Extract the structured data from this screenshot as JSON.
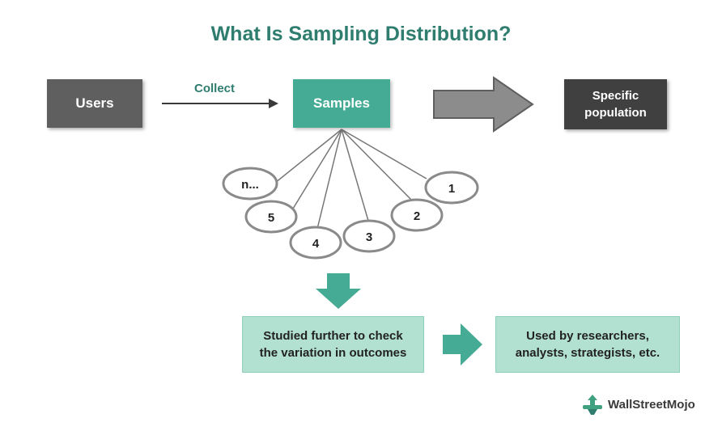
{
  "title": "What Is Sampling Distribution?",
  "boxes": {
    "users": "Users",
    "samples": "Samples",
    "population": [
      "Specific",
      "population"
    ],
    "studied": [
      "Studied further to check",
      "the variation in outcomes"
    ],
    "used": [
      "Used by researchers,",
      "analysts, strategists, etc."
    ]
  },
  "edge_label": "Collect",
  "sample_items": [
    "1",
    "2",
    "3",
    "4",
    "5",
    "n..."
  ],
  "logo": {
    "text_part1": "WallStreet",
    "text_part2": "Mojo",
    "icon": "wallstreetmojo-logo-icon"
  },
  "colors": {
    "title": "#2e7d6f",
    "samples_box": "#46ab94",
    "users_box": "#5f5f5f",
    "population_box": "#404040",
    "light_box": "#b2e0d1",
    "arrow_green": "#46ab94",
    "arrow_gray": "#8c8c8c",
    "logo_accent": "#3fa17f"
  }
}
